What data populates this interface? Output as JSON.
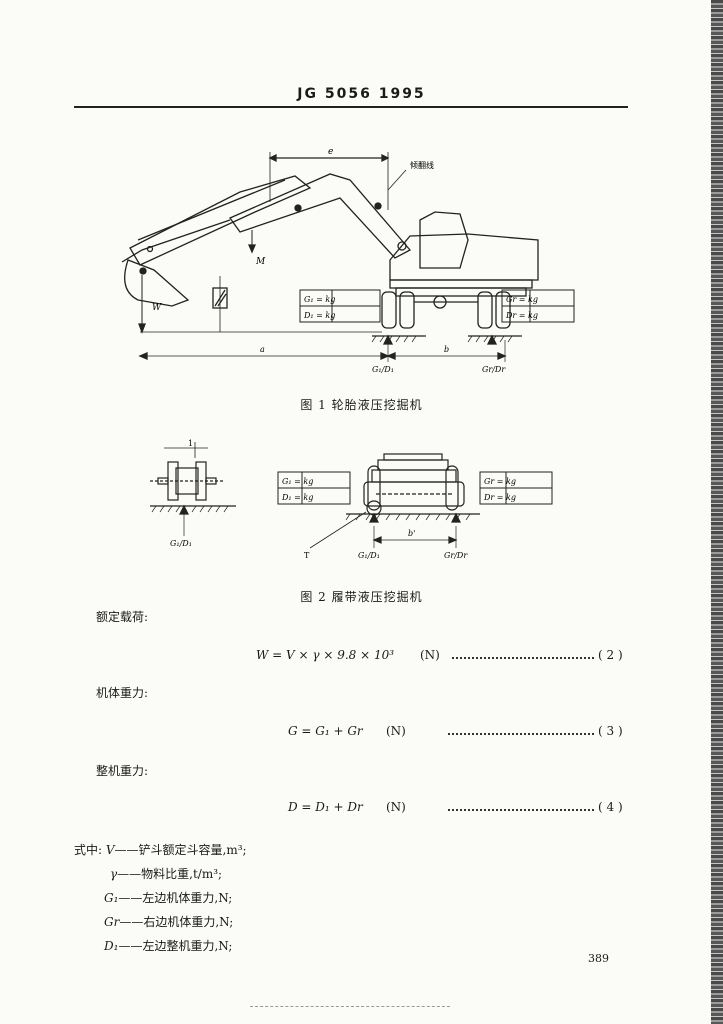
{
  "header": {
    "standard_code": "JG 5056  1995"
  },
  "figure1": {
    "caption": "图 1   轮胎液压挖掘机",
    "labels": {
      "dim_top": "e",
      "tipping_line": "倾翻线",
      "moment": "M",
      "weight": "W",
      "dim_a": "a",
      "dim_b": "b",
      "left_support": "G₁/D₁",
      "right_support": "Gr/Dr"
    },
    "left_table": {
      "row1": "G₁ =      kg",
      "row2": "D₁ =      kg"
    },
    "right_table": {
      "row1": "Gr =      kg",
      "row2": "Dr =      kg"
    }
  },
  "figure2": {
    "caption": "图 2   履带液压挖掘机",
    "labels": {
      "top_mark": "1",
      "left_support": "G₁/D₁",
      "bottom_mark": "T",
      "dim_b": "b'",
      "mid_left_support": "G₁/D₁",
      "right_support": "Gr/Dr"
    },
    "left_table": {
      "row1": "G₁ =      kg",
      "row2": "D₁ =      kg"
    },
    "right_table": {
      "row1": "Gr =      kg",
      "row2": "Dr =      kg"
    }
  },
  "sections": [
    {
      "label": "额定载荷:",
      "formula": "W = V × γ × 9.8 × 10³",
      "unit": "(N)",
      "eqno": "( 2 )"
    },
    {
      "label": "机体重力:",
      "formula": "G = G₁ + Gr",
      "unit": "(N)",
      "eqno": "( 3 )"
    },
    {
      "label": "整机重力:",
      "formula": "D = D₁ + Dr",
      "unit": "(N)",
      "eqno": "( 4 )"
    }
  ],
  "definitions": {
    "intro": "式中:",
    "items": [
      {
        "sym": "V",
        "text": "——铲斗额定斗容量,m³;"
      },
      {
        "sym": "γ",
        "text": "——物料比重,t/m³;"
      },
      {
        "sym": "G₁",
        "text": "——左边机体重力,N;"
      },
      {
        "sym": "Gr",
        "text": "——右边机体重力,N;"
      },
      {
        "sym": "D₁",
        "text": "——左边整机重力,N;"
      }
    ]
  },
  "page_number": "389"
}
